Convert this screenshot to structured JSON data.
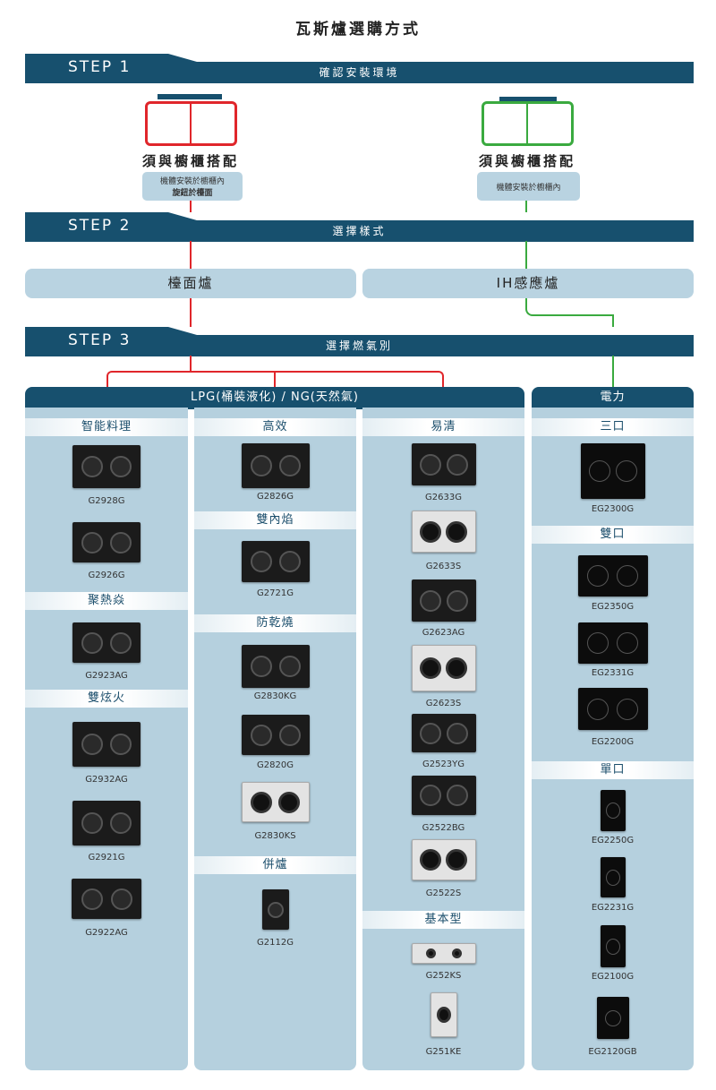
{
  "title": "瓦斯爐選購方式",
  "steps": [
    {
      "label": "STEP 1",
      "text": "確認安裝環境"
    },
    {
      "label": "STEP 2",
      "text": "選擇樣式"
    },
    {
      "label": "STEP 3",
      "text": "選擇燃氣別"
    }
  ],
  "install": [
    {
      "heading": "須與櫥櫃搭配",
      "lines": [
        "機體安裝於櫥櫃內",
        "旋鈕於檯面"
      ],
      "color": "#e0262b"
    },
    {
      "heading": "須與櫥櫃搭配",
      "lines": [
        "機體安裝於櫥櫃內"
      ],
      "color": "#3aaa3f"
    }
  ],
  "styles": [
    "檯面爐",
    "IH感應爐"
  ],
  "fuel": {
    "gas": "LPG(桶裝液化) / NG(天然氣)",
    "electric": "電力"
  },
  "colors": {
    "navy": "#17506e",
    "panel": "#b5d0de",
    "red": "#e0262b",
    "green": "#3aaa3f"
  },
  "columns": [
    [
      {
        "h": "智能料理"
      },
      {
        "p": "G2928G",
        "f": "black"
      },
      {
        "p": "G2926G",
        "f": "black"
      },
      {
        "h": "聚熱焱"
      },
      {
        "p": "G2923AG",
        "f": "black"
      },
      {
        "h": "雙炫火"
      },
      {
        "p": "G2932AG",
        "f": "black"
      },
      {
        "p": "G2921G",
        "f": "black"
      },
      {
        "p": "G2922AG",
        "f": "black"
      }
    ],
    [
      {
        "h": "高效"
      },
      {
        "p": "G2826G",
        "f": "black"
      },
      {
        "h": "雙內焰"
      },
      {
        "p": "G2721G",
        "f": "black"
      },
      {
        "h": "防乾燒"
      },
      {
        "p": "G2830KG",
        "f": "black"
      },
      {
        "p": "G2820G",
        "f": "black"
      },
      {
        "p": "G2830KS",
        "f": "steel"
      },
      {
        "h": "併爐"
      },
      {
        "p": "G2112G",
        "f": "black"
      }
    ],
    [
      {
        "h": "易清"
      },
      {
        "p": "G2633G",
        "f": "black"
      },
      {
        "p": "G2633S",
        "f": "steel"
      },
      {
        "p": "G2623AG",
        "f": "black"
      },
      {
        "p": "G2623S",
        "f": "steel"
      },
      {
        "p": "G2523YG",
        "f": "black"
      },
      {
        "p": "G2522BG",
        "f": "black"
      },
      {
        "p": "G2522S",
        "f": "steel"
      },
      {
        "h": "基本型"
      },
      {
        "p": "G252KS",
        "f": "steel"
      },
      {
        "p": "G251KE",
        "f": "steel"
      }
    ],
    [
      {
        "h": "三口"
      },
      {
        "p": "EG2300G",
        "f": "ih"
      },
      {
        "h": "雙口"
      },
      {
        "p": "EG2350G",
        "f": "ih"
      },
      {
        "p": "EG2331G",
        "f": "ih"
      },
      {
        "p": "EG2200G",
        "f": "ih"
      },
      {
        "h": "單口"
      },
      {
        "p": "EG2250G",
        "f": "ih"
      },
      {
        "p": "EG2231G",
        "f": "ih"
      },
      {
        "p": "EG2100G",
        "f": "ih"
      },
      {
        "p": "EG2120GB",
        "f": "ih"
      }
    ]
  ]
}
